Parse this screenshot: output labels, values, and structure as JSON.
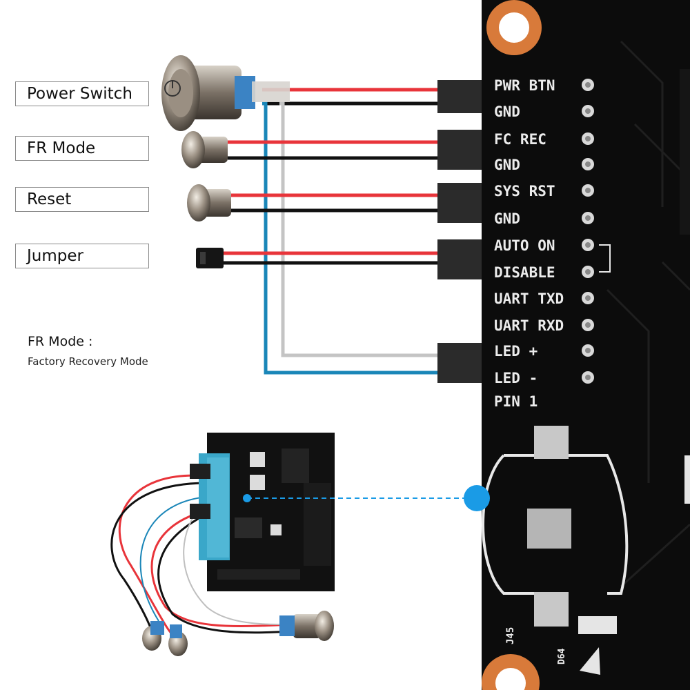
{
  "labels": {
    "power_switch": "Power Switch",
    "fr_mode": "FR Mode",
    "reset": "Reset",
    "jumper": "Jumper"
  },
  "note": {
    "title": "FR Mode :",
    "subtitle": "Factory Recovery Mode"
  },
  "pins": [
    "PWR BTN",
    "GND",
    "FC REC",
    "GND",
    "SYS RST",
    "GND",
    "AUTO ON",
    "DISABLE",
    "UART TXD",
    "UART RXD",
    "LED +",
    "LED -",
    "PIN 1"
  ],
  "board_marks": {
    "jack": "J45",
    "diode": "D64"
  },
  "colors": {
    "wire_red": "#e8343a",
    "wire_black": "#111111",
    "wire_blue": "#1a86b8",
    "wire_gray": "#c4c4c4",
    "board": "#0c0c0c",
    "accent": "#1a9be6"
  }
}
